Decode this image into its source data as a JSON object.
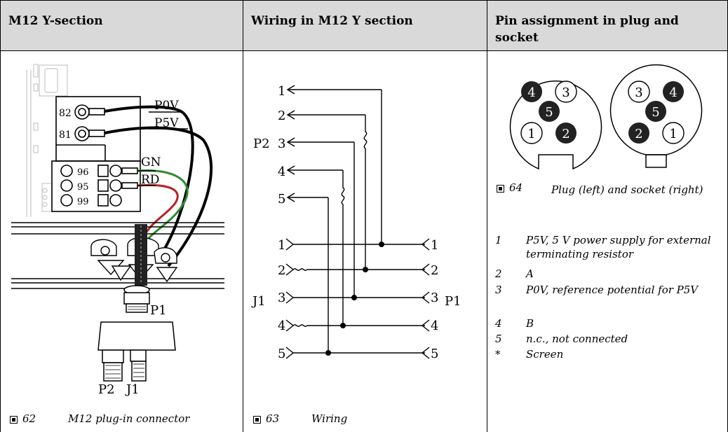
{
  "table": {
    "headers": [
      "M12 Y-section",
      "Wiring in M12 Y section",
      "Pin assignment in plug and socket"
    ]
  },
  "col1": {
    "labels": {
      "p0v": "P0V",
      "p5v": "P5V",
      "gn": "GN",
      "rd": "RD",
      "t82": "82",
      "t81": "81",
      "t96": "96",
      "t95": "95",
      "t99": "99",
      "p1": "P1",
      "p2": "P2",
      "j1": "J1"
    },
    "caption": {
      "number": "62",
      "text": "M12 plug-in connector"
    }
  },
  "col2": {
    "top_pins": [
      "1",
      "2",
      "3",
      "4",
      "5"
    ],
    "top_group": "P2",
    "left_pins": [
      "1",
      "2",
      "3",
      "4",
      "5"
    ],
    "left_group": "J1",
    "right_pins": [
      "1",
      "2",
      "3",
      "4",
      "5"
    ],
    "right_group": "P1",
    "caption": {
      "number": "63",
      "text": "Wiring"
    }
  },
  "col3": {
    "plug_pins": [
      "4",
      "3",
      "5",
      "1",
      "2"
    ],
    "socket_pins": [
      "3",
      "4",
      "5",
      "2",
      "1"
    ],
    "caption": {
      "number": "64",
      "text": "Plug (left) and socket (right)"
    },
    "legend": [
      {
        "num": "1",
        "text": "P5V, 5 V power supply for external terminating resistor"
      },
      {
        "num": "2",
        "text": "A"
      },
      {
        "num": "3",
        "text": "P0V, reference potential for P5V"
      },
      {
        "num": "4",
        "text": "B"
      },
      {
        "num": "5",
        "text": "n.c., not connected"
      },
      {
        "num": "*",
        "text": "Screen"
      }
    ]
  }
}
